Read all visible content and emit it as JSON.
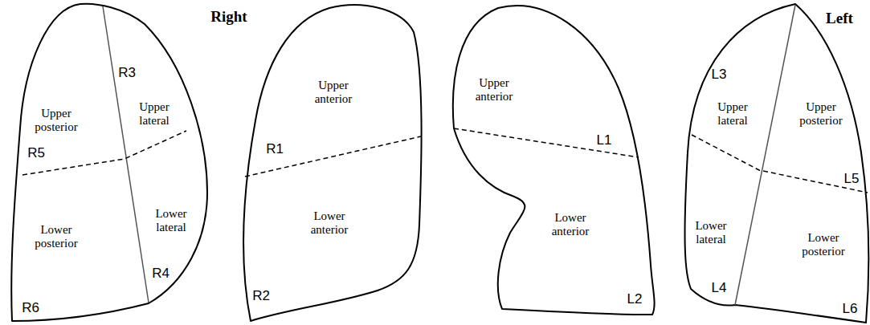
{
  "diagram": {
    "labels": [
      "Right",
      "Left",
      "R3",
      "Upper posterior",
      "Upper lateral",
      "R5",
      "Lower lateral",
      "Lower posterior",
      "R4",
      "R6",
      "Upper anterior",
      "R1",
      "Lower anterior",
      "R2",
      "Upper anterior",
      "L1",
      "Lower anterior",
      "L2",
      "L3",
      "Upper lateral",
      "Upper posterior",
      "L5",
      "Lower lateral",
      "Lower posterior",
      "L4",
      "L6"
    ]
  }
}
